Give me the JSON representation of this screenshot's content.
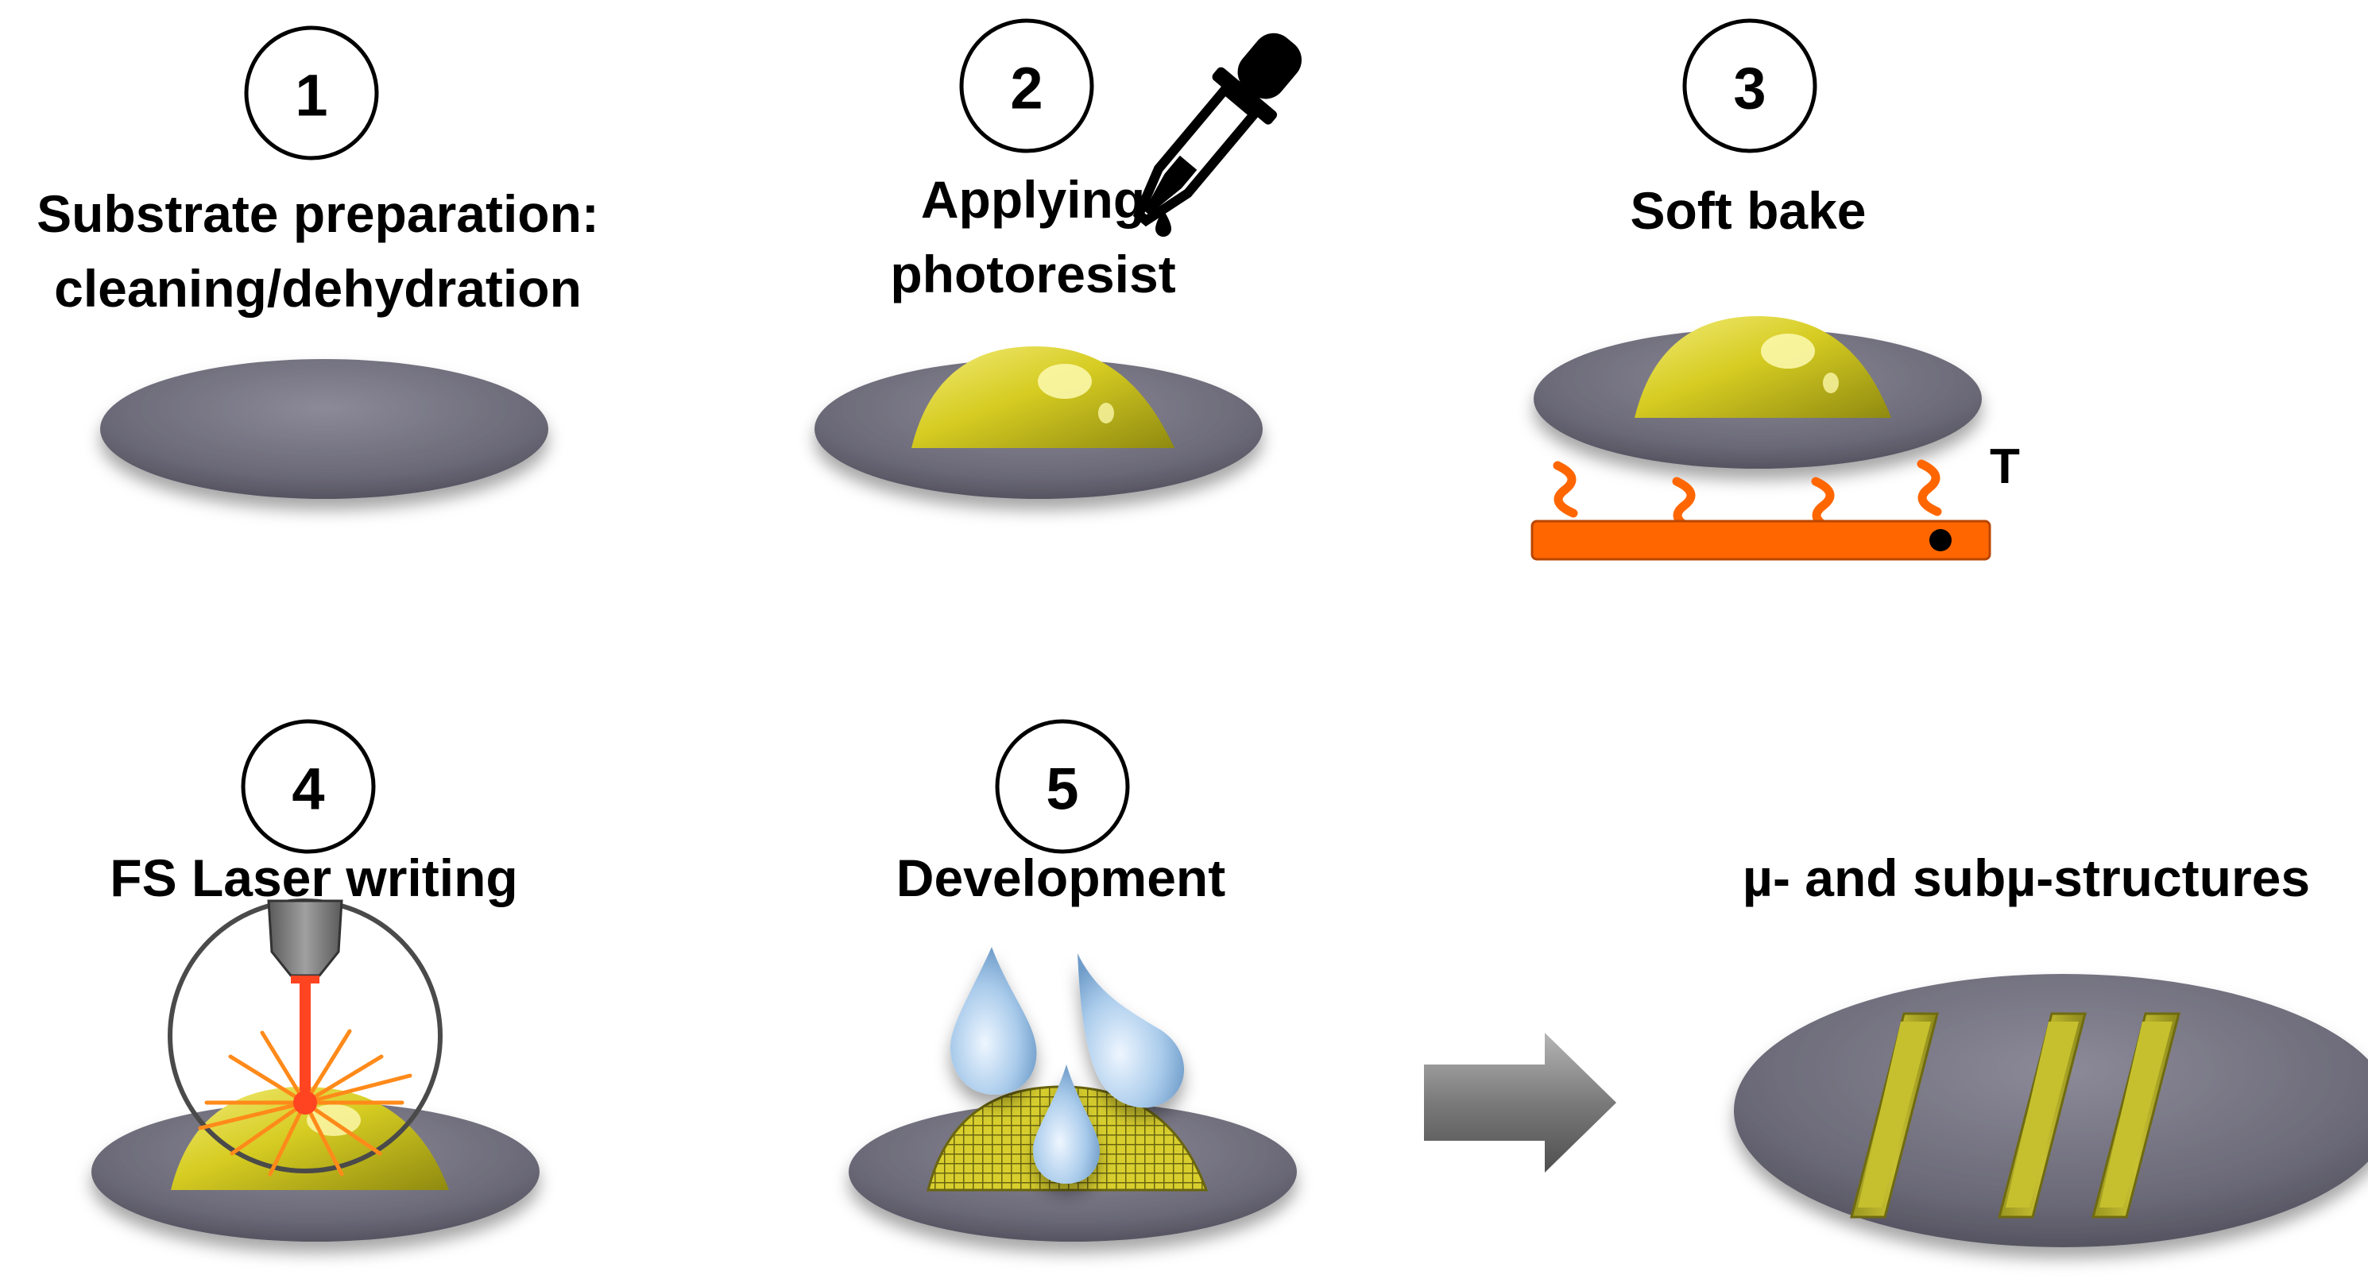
{
  "steps": [
    {
      "number": "1",
      "title_lines": [
        "Substrate preparation:",
        "cleaning/dehydration"
      ]
    },
    {
      "number": "2",
      "title_lines": [
        "Applying",
        "photoresist"
      ]
    },
    {
      "number": "3",
      "title_lines": [
        "Soft bake"
      ]
    },
    {
      "number": "4",
      "title_lines": [
        "FS Laser writing"
      ]
    },
    {
      "number": "5",
      "title_lines": [
        "Development"
      ]
    }
  ],
  "result": {
    "title": "µ- and subµ-structures"
  },
  "heater": {
    "temperature_label": "T"
  },
  "colors": {
    "substrate": "#6e6c7a",
    "photoresist": "#d8cf2e",
    "heater": "#ff6600",
    "laser": "#ff4422",
    "droplet": "#9cc2e6",
    "arrow": "#8a8a8a"
  }
}
